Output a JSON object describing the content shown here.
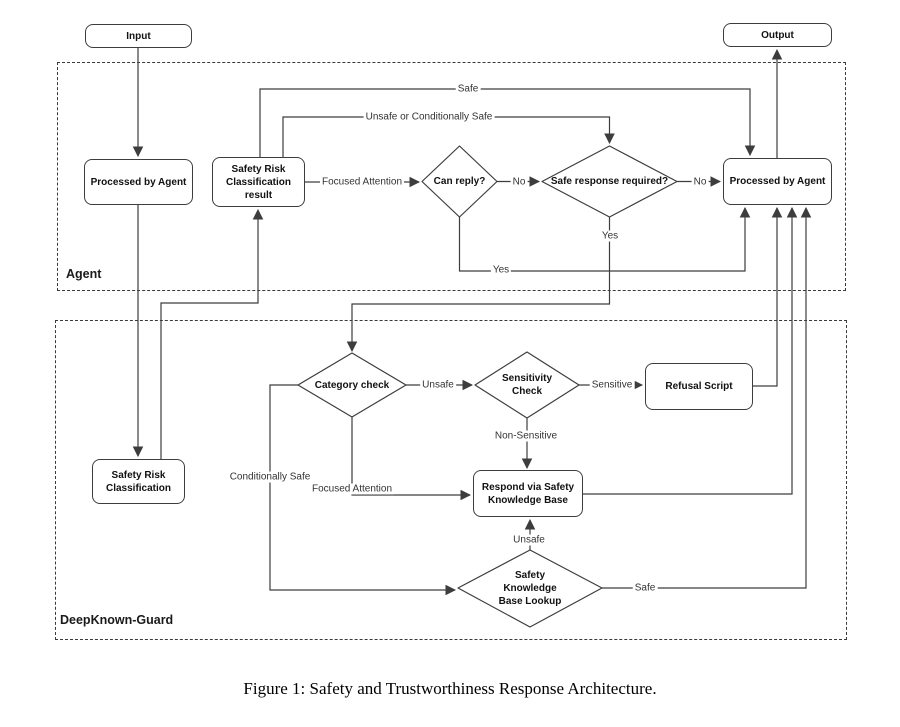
{
  "caption": "Figure 1: Safety and Trustworthiness Response Architecture.",
  "colors": {
    "line": "#3d3d3d",
    "node_border": "#3d3d3d",
    "text": "#111111",
    "background": "#ffffff"
  },
  "containers": {
    "agent": "Agent",
    "deepknown_guard": "DeepKnown-Guard"
  },
  "nodes": {
    "input": "Input",
    "output": "Output",
    "processed_by_agent_left": "Processed by Agent",
    "safety_risk_classification_result": "Safety Risk\nClassification result",
    "can_reply": "Can reply?",
    "safe_response_required": "Safe response required?",
    "processed_by_agent_right": "Processed by Agent",
    "category_check": "Category check",
    "sensitivity_check": "Sensitivity\nCheck",
    "refusal_script": "Refusal Script",
    "safety_risk_classification": "Safety Risk\nClassification",
    "respond_via_safety_kb": "Respond via Safety\nKnowledge Base",
    "safety_kb_lookup": "Safety\nKnowledge\nBase Lookup"
  },
  "edge_labels": {
    "safe_top": "Safe",
    "unsafe_or_conditionally_safe": "Unsafe or Conditionally Safe",
    "focused_attention_agent": "Focused Attention",
    "no_can_reply": "No",
    "no_safe_response": "No",
    "yes_safe_response": "Yes",
    "yes_can_reply": "Yes",
    "unsafe_category": "Unsafe",
    "sensitive": "Sensitive",
    "non_sensitive": "Non-Sensitive",
    "conditionally_safe": "Conditionally Safe",
    "focused_attention_guard": "Focused Attention",
    "unsafe_lookup": "Unsafe",
    "safe_lookup": "Safe"
  }
}
